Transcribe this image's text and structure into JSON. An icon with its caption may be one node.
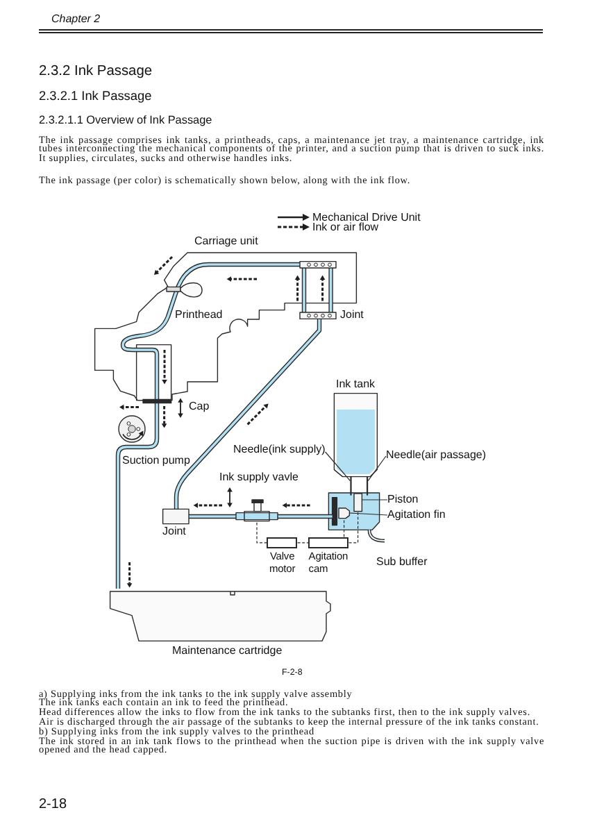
{
  "diagram": {
    "title": "2.3.2 Ink Passage",
    "caption": "F-2-8",
    "nodes": [
      {
        "text": [
          "Needle(ink supply)"
        ]
      },
      {
        "text": [
          "Needle(air passage)"
        ]
      },
      {
        "text": [],
        "shape": "bar"
      },
      {
        "text": [],
        "shape": "bar"
      },
      {
        "text": [],
        "shape": "picture"
      },
      {
        "text": [],
        "shape": "box"
      },
      {
        "text": [
          "Piston"
        ]
      },
      {
        "text": [],
        "shape": "picture"
      },
      {
        "text": [
          "Agitation fin"
        ]
      },
      {
        "text": [
          "Valve motor"
        ]
      },
      {
        "text": [
          "Agitation cam"
        ]
      }
    ],
    "edges": [
      {
        "from": 0,
        "to": 2,
        "arrow": "none"
      },
      {
        "from": 1,
        "to": 3,
        "arrow": "none"
      },
      {
        "from": 6,
        "to": 5,
        "arrow": "none"
      },
      {
        "from": 8,
        "to": 7,
        "arrow": "none"
      },
      {
        "from": 9,
        "to": 4,
        "arrow": "none",
        "style": "dashed"
      },
      {
        "from": 9,
        "to": 10,
        "arrow": "none",
        "style": "dashed"
      },
      {
        "from": 10,
        "to": 5,
        "arrow": "none",
        "style": "dashed"
      },
      {
        "from": 10,
        "to": 7,
        "arrow": "none",
        "style": "dashed"
      }
    ],
    "labels": [
      "Chapter 2",
      "2.3.2.1 Ink Passage",
      "2.3.2.1.1 Overview of Ink Passage",
      "The ink passage comprises ink tanks, a printheads, caps, a maintenance jet tray, a maintenance cartridge, ink tubes interconnecting the mechanical components of the printer, and a suction pump that is driven to suck inks. It supplies, circulates, sucks and otherwise handles inks.",
      "The ink passage (per color) is schematically shown below, along with the ink flow.",
      "Carriage unit",
      "Printhead",
      "Joint",
      "Ink tank",
      "Cap",
      "Suction pump",
      "Ink supply vavle",
      "Joint",
      "Sub buffer",
      "Maintenance cartridge",
      "a) Supplying inks from the ink tanks to the ink supply valve assembly",
      "The ink tanks each contain an ink to feed the printhead.",
      "Head differences allow the inks to flow from the ink tanks to the subtanks first, then to the ink supply valves.",
      "Air is discharged through the air passage of the subtanks to keep the internal pressure of the ink tanks constant.",
      "b) Supplying inks from the ink supply valves to the printhead",
      "The ink stored in an ink tank flows to the printhead when the suction pipe is driven with the ink supply valve opened and the head capped.",
      "2-18"
    ],
    "legend": [
      {
        "text": "Mechanical Drive Unit"
      },
      {
        "text": "Ink or air flow"
      }
    ]
  }
}
